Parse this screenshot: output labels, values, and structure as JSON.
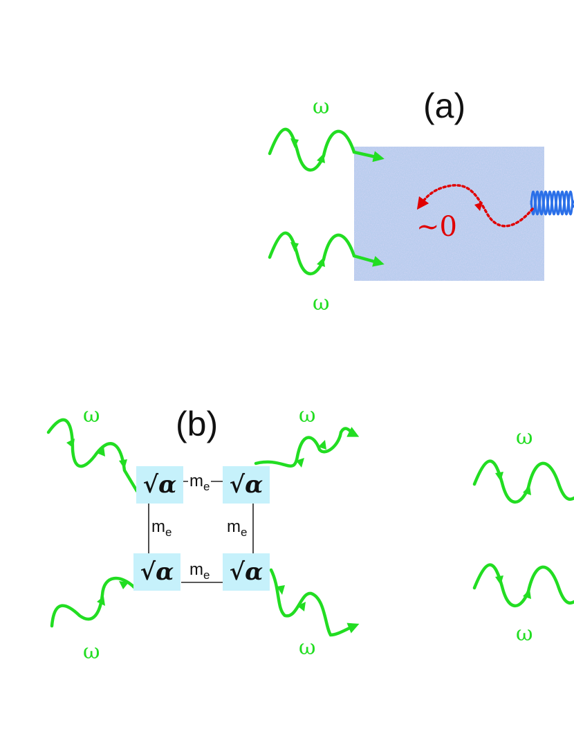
{
  "panel_a": {
    "label": "(a)",
    "omega_top": "ω",
    "omega_bottom": "ω",
    "approx_zero": "~0"
  },
  "panel_b": {
    "label": "(b)",
    "omega_top_left": "ω",
    "omega_top_right": "ω",
    "omega_bottom_left": "ω",
    "omega_bottom_right": "ω",
    "vertex_label": "√α",
    "mass_symbol": "m",
    "mass_subscript": "e"
  },
  "panel_c": {
    "omega_top": "ω",
    "omega_bottom": "ω"
  },
  "colors": {
    "photon": "#22dd22",
    "medium": "#b9cdee",
    "dotted_photon": "#e00000",
    "incoming_wave": "#2a6fe8",
    "vertex_box": "#c6f1fb"
  }
}
